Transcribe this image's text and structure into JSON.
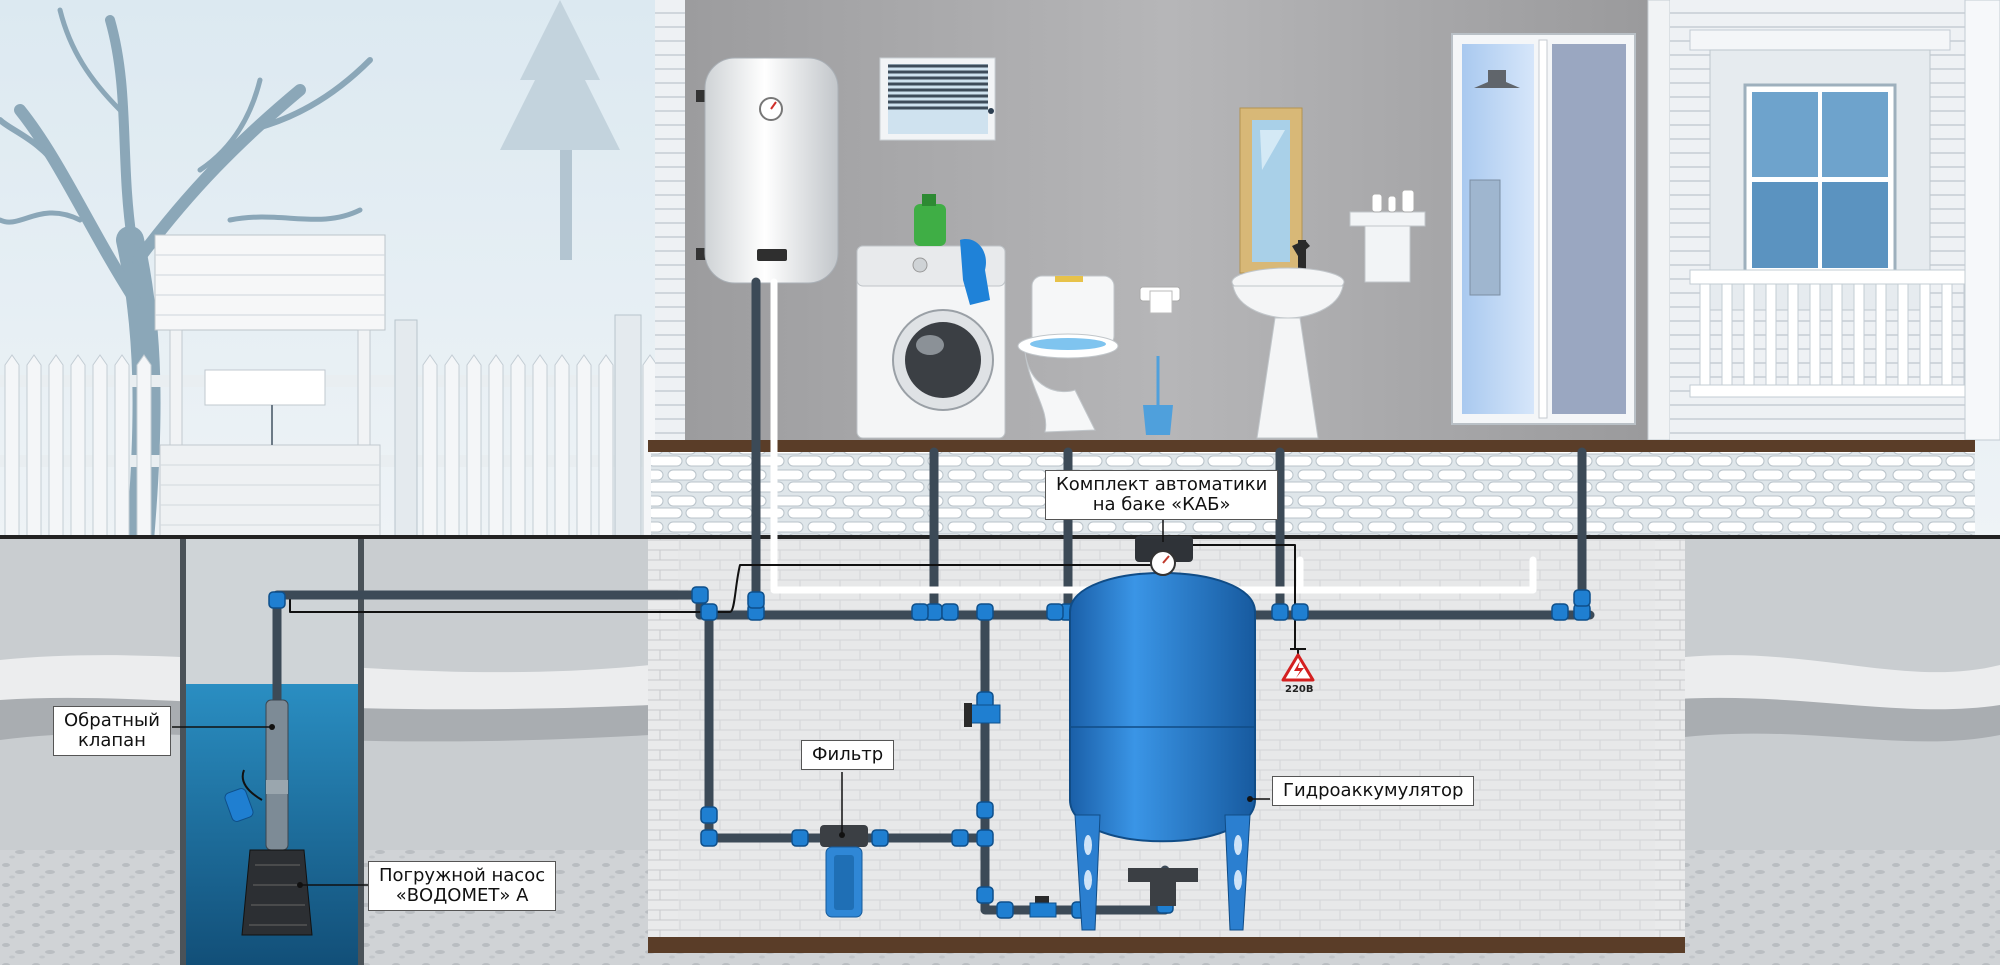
{
  "labels": {
    "check_valve": [
      "Обратный",
      "клапан"
    ],
    "pump": [
      "Погружной насос",
      "«ВОДОМЕТ» А"
    ],
    "filter": [
      "Фильтр"
    ],
    "automation_kit": [
      "Комплект автоматики",
      "на баке «КАБ»"
    ],
    "accumulator": [
      "Гидроаккумулятор"
    ],
    "voltage": "220В"
  },
  "colors": {
    "sky": "#e3eef4",
    "wall": "#a8a8aa",
    "foundation": "#e8ecef",
    "ground": "#c9cdd0",
    "water": "#1f78a8",
    "pipe": "#3c4a57",
    "pipe_joint": "#1f7fd1",
    "tank": "#2b7fd0",
    "floor_beam": "#5a3d28",
    "hot_pipe": "#ffffff"
  },
  "icons": [
    "tree-icon",
    "well-icon",
    "fence-icon",
    "boiler-icon",
    "window-icon",
    "washing-machine-icon",
    "detergent-icon",
    "toilet-icon",
    "toilet-paper-icon",
    "brush-icon",
    "mirror-icon",
    "sink-icon",
    "shelf-icon",
    "shower-cabin-icon",
    "porch-icon",
    "pump-icon",
    "float-switch-icon",
    "filter-icon",
    "tank-icon",
    "pressure-gauge-icon",
    "valve-icon",
    "high-voltage-icon"
  ]
}
